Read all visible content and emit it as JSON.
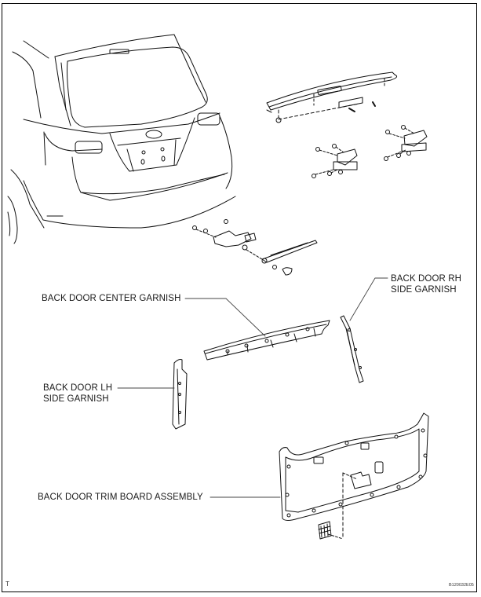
{
  "diagram": {
    "labels": {
      "center_garnish": "BACK DOOR CENTER GARNISH",
      "rh_side_garnish": "BACK DOOR RH\nSIDE GARNISH",
      "lh_side_garnish": "BACK DOOR LH\nSIDE GARNISH",
      "trim_board": "BACK DOOR TRIM BOARD ASSEMBLY"
    },
    "corner_mark": "T",
    "illustration_code": "B120032E05",
    "parts_shown": [
      "vehicle-rear-view",
      "back-door-spoiler",
      "high-mount-stop-lamp",
      "back-door-hinges",
      "rear-wiper-motor",
      "rear-wiper-arm",
      "back-door-center-garnish",
      "back-door-rh-side-garnish",
      "back-door-lh-side-garnish",
      "back-door-trim-board-assembly",
      "service-hole-cover"
    ]
  }
}
